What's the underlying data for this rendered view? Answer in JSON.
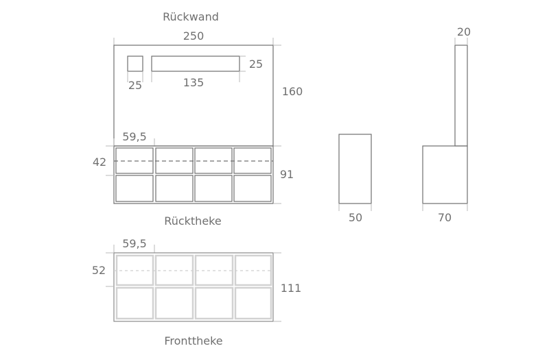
{
  "labels": {
    "rueckwand": "Rückwand",
    "ruecktheke": "Rücktheke",
    "fronttheke": "Fronttheke"
  },
  "dimensions": {
    "rueckwand_width": "250",
    "rueckwand_height": "160",
    "small_box_width": "25",
    "slot_width": "135",
    "slot_height": "25",
    "ruecktheke_cell_width": "59,5",
    "ruecktheke_shelf_height": "42",
    "ruecktheke_height": "91",
    "side_depth": "50",
    "side_combined_depth": "70",
    "side_wall_thickness": "20",
    "fronttheke_cell_width": "59,5",
    "fronttheke_shelf_height": "52",
    "fronttheke_height": "111"
  }
}
